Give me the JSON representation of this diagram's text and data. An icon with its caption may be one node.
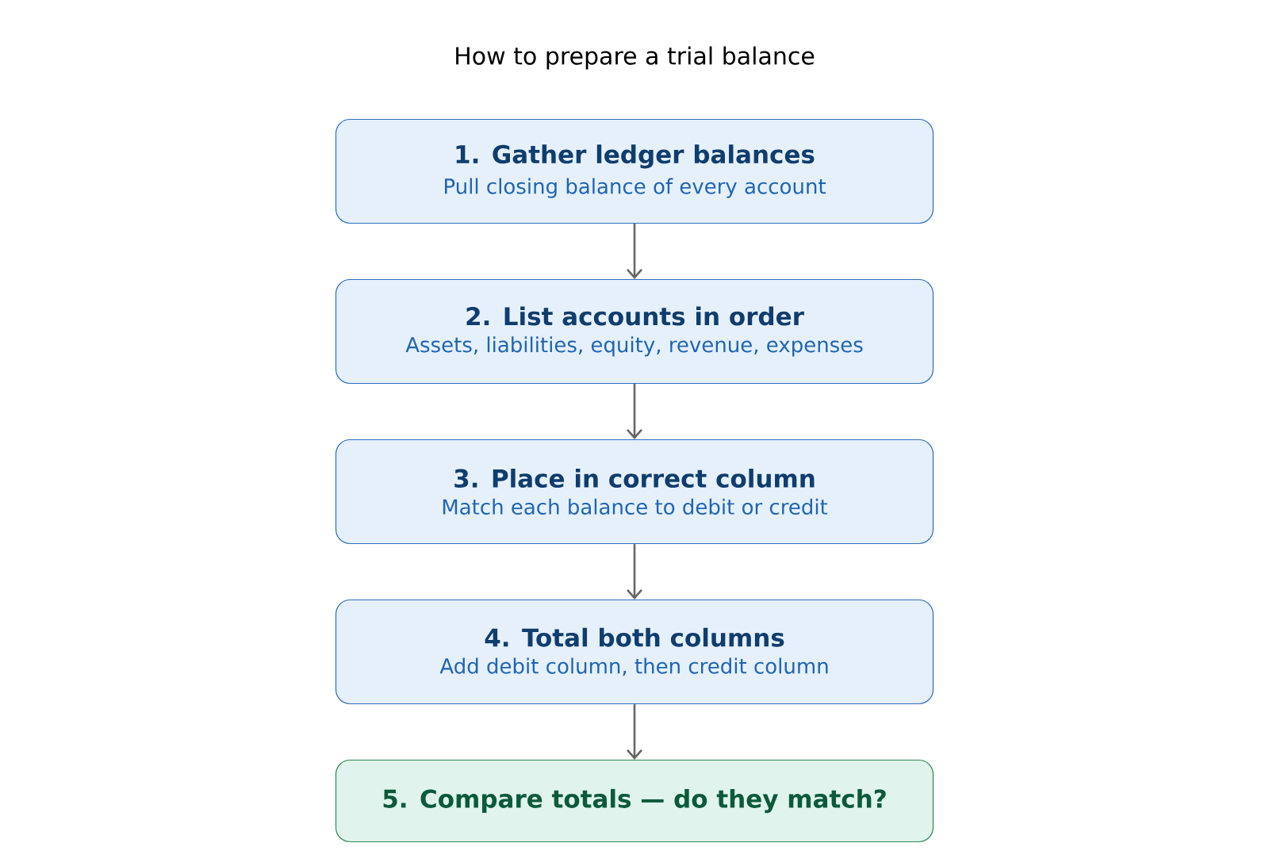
{
  "diagram": {
    "title": "How to prepare a trial balance",
    "nodes": [
      {
        "text": [
          "1. Gather ledger balances",
          "Pull closing balance of every account"
        ]
      },
      {
        "text": [
          "2. List accounts in order",
          "Assets, liabilities, equity, revenue, expenses"
        ]
      },
      {
        "text": [
          "3. Place in correct column",
          "Match each balance to debit or credit"
        ]
      },
      {
        "text": [
          "4. Total both columns",
          "Add debit column, then credit column"
        ]
      },
      {
        "text": [
          "5. Compare totals — do they match?"
        ]
      }
    ],
    "edges": [
      {
        "from": 0,
        "to": 1,
        "arrow": "to"
      },
      {
        "from": 1,
        "to": 2,
        "arrow": "to"
      },
      {
        "from": 2,
        "to": 3,
        "arrow": "to"
      },
      {
        "from": 3,
        "to": 4,
        "arrow": "to"
      }
    ]
  }
}
